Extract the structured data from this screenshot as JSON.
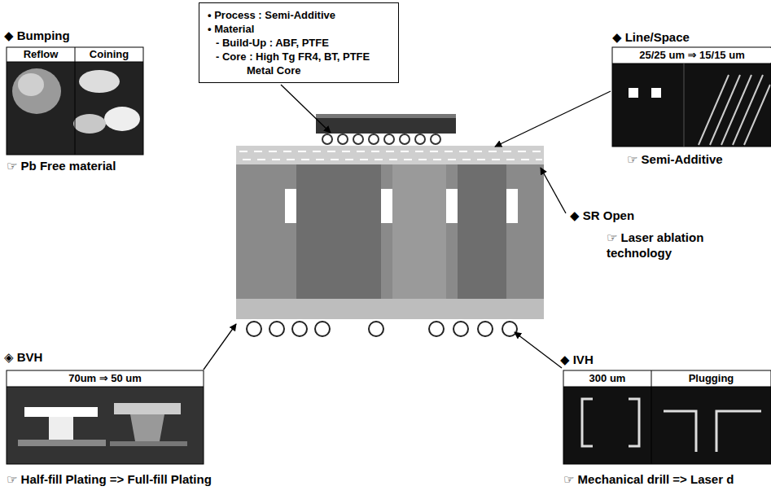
{
  "diagram": {
    "nodes": [
      {
        "text": [
          "• Process : Semi-Additive",
          "• Material",
          "- Build-Up : ABF, PTFE",
          "- Core : High Tg FR4, BT, PTFE",
          "Metal Core"
        ]
      }
    ],
    "labels": [
      "◆ Bumping",
      "Reflow",
      "Coining",
      "☞ Pb Free material",
      "◆ Line/Space",
      "25/25 um ⇒ 15/15 um",
      "☞ Semi-Additive",
      "◆ SR Open",
      "☞ Laser ablation technology",
      "◈ BVH",
      "70um ⇒ 50 um",
      "☞ Half-fill Plating => Full-fill Plating",
      "◆ IVH",
      "300 um",
      "Plugging",
      "☞ Mechanical drill => Laser d"
    ]
  }
}
